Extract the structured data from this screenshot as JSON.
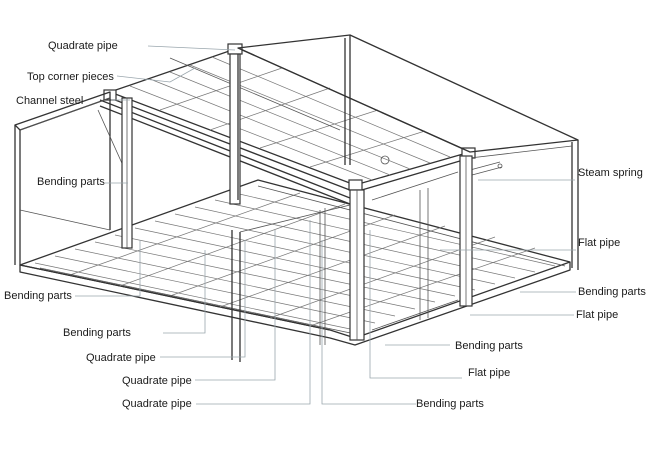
{
  "labels": {
    "quadrate_pipe_top": "Quadrate pipe",
    "top_corner_pieces": "Top corner pieces",
    "channel_steel": "Channel steel",
    "bending_parts_upper": "Bending parts",
    "bending_parts_left": "Bending parts",
    "bending_parts_lower_left": "Bending parts",
    "quadrate_pipe_1": "Quadrate pipe",
    "quadrate_pipe_2": "Quadrate pipe",
    "quadrate_pipe_3": "Quadrate pipe",
    "steam_spring": "Steam spring",
    "flat_pipe_upper": "Flat pipe",
    "bending_parts_right": "Bending parts",
    "flat_pipe_right": "Flat pipe",
    "bending_parts_center": "Bending parts",
    "flat_pipe_bottom": "Flat pipe",
    "bending_parts_bottom": "Bending parts"
  }
}
